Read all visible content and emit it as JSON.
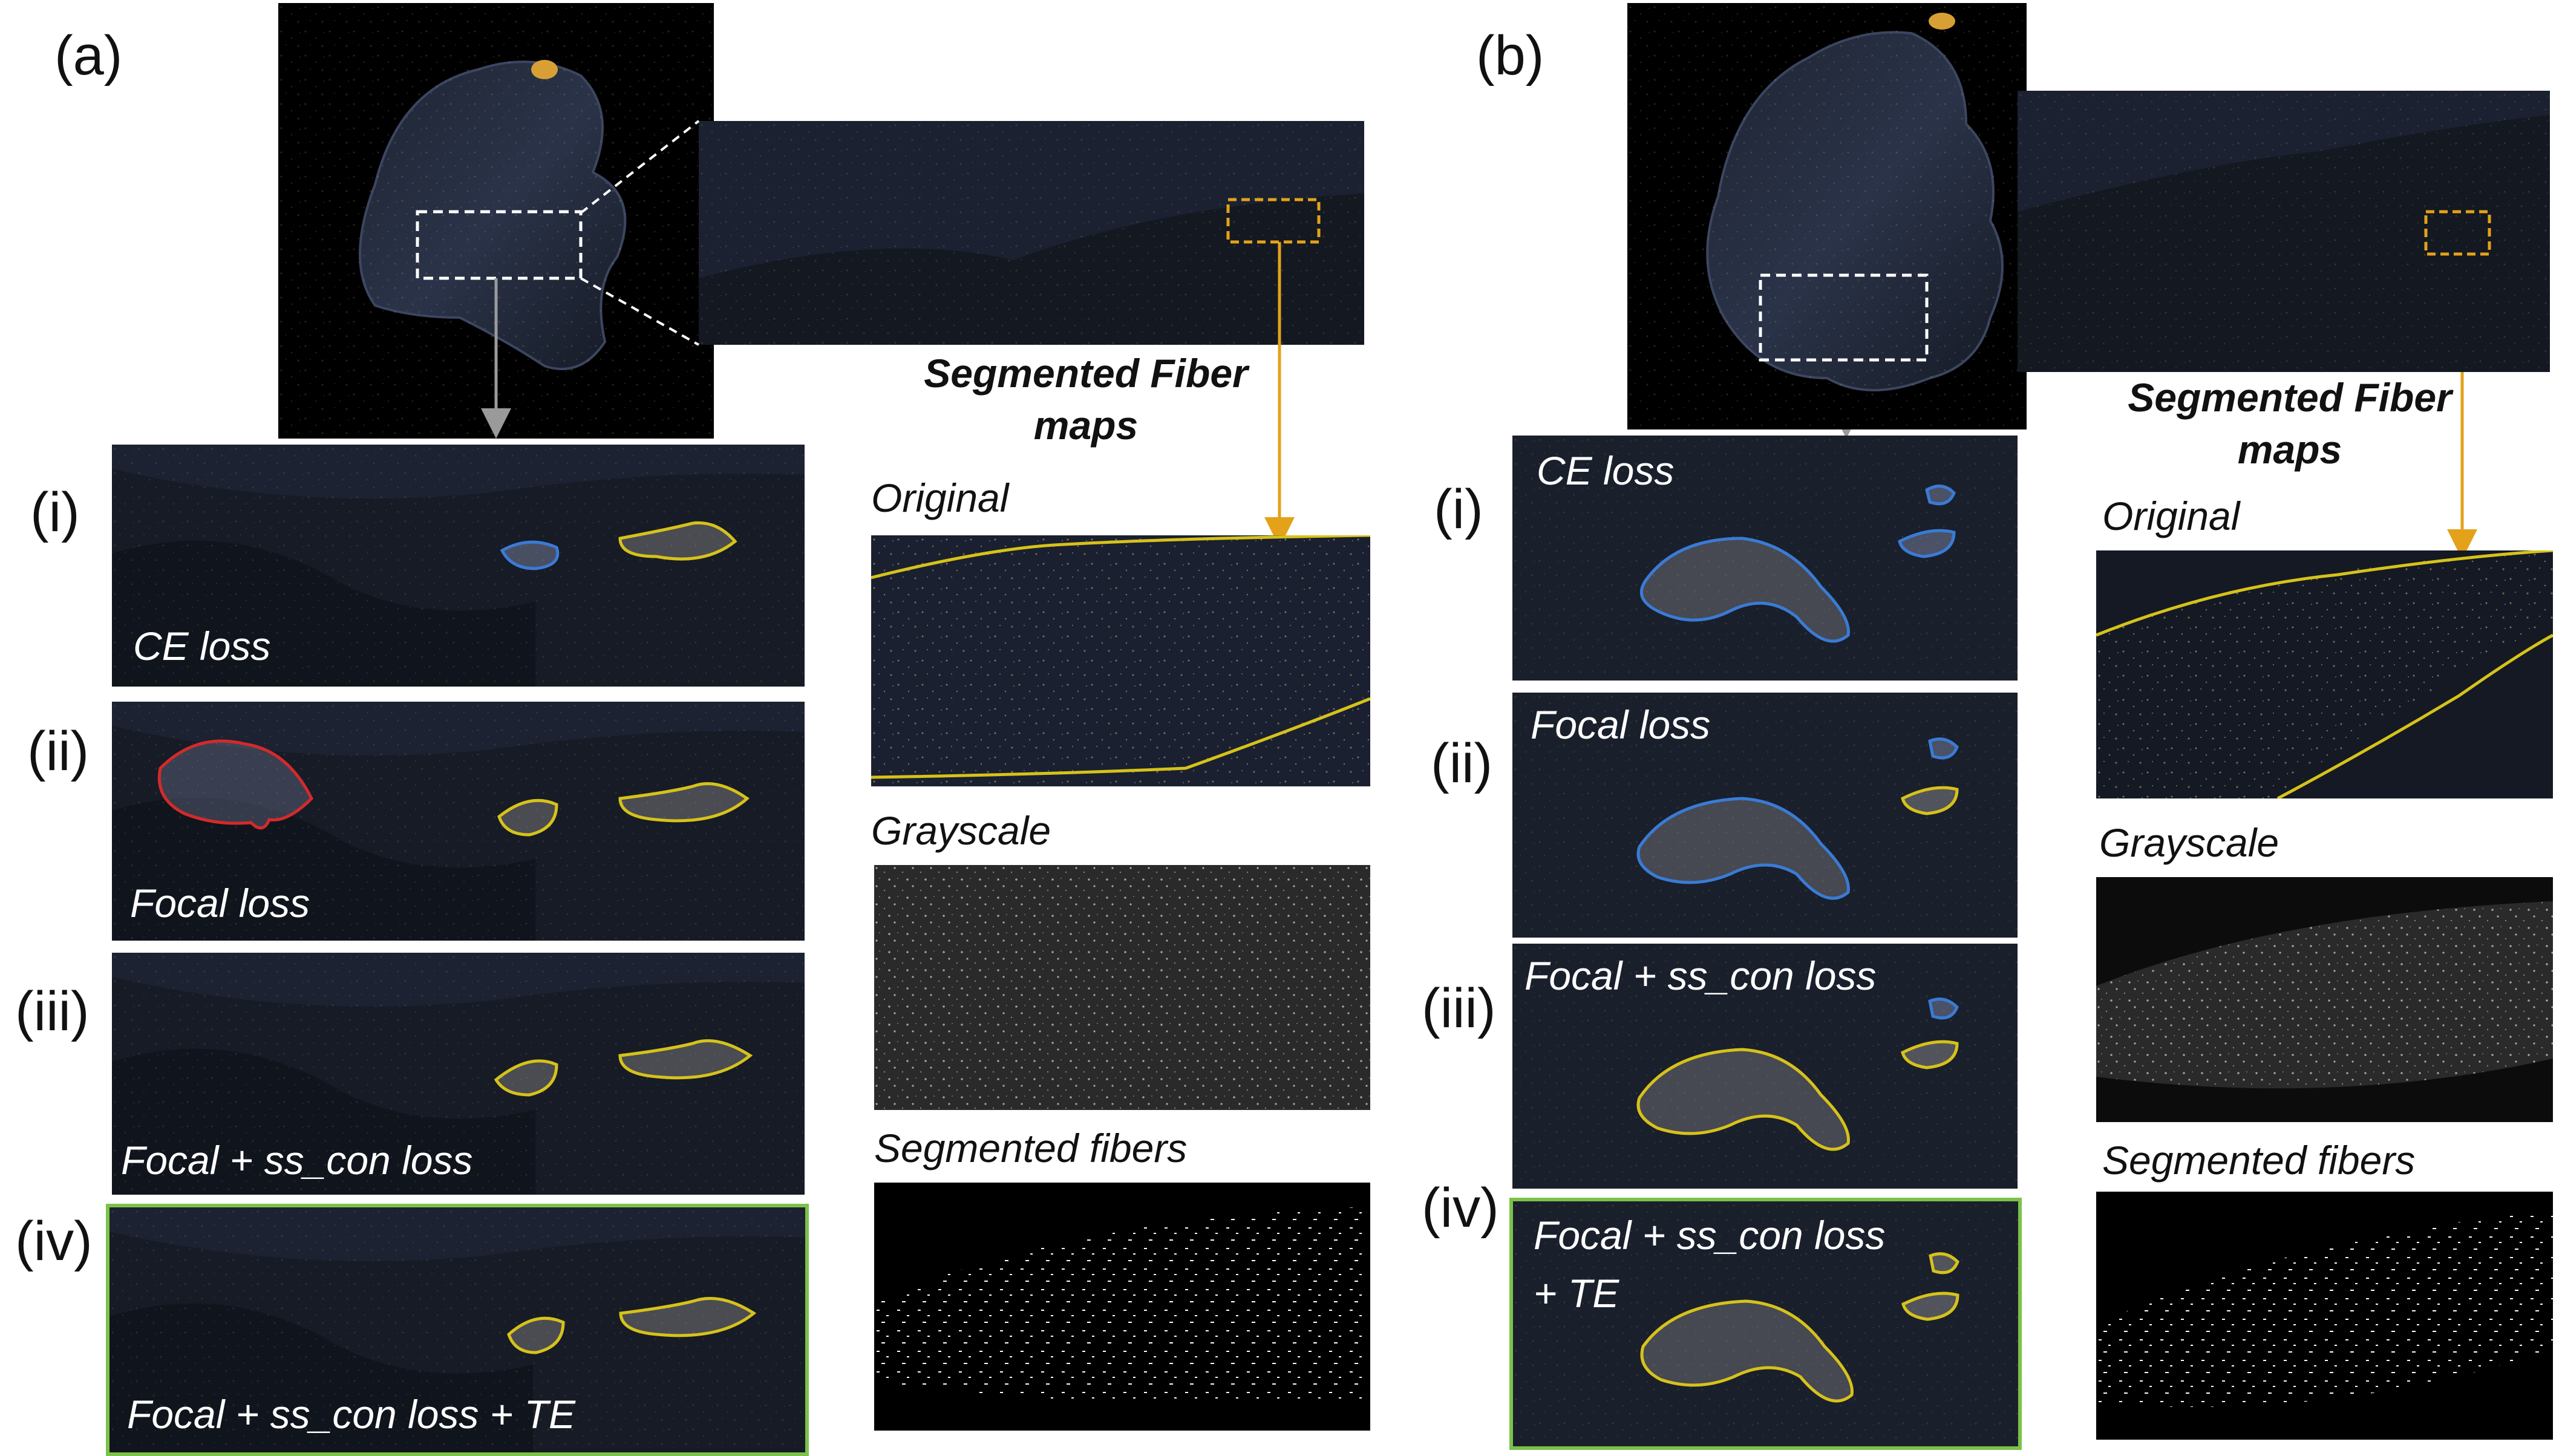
{
  "panel_a": {
    "letter": "(a)",
    "fiber_title_line1": "Segmented Fiber",
    "fiber_title_line2": "maps",
    "rows": [
      {
        "roman": "(i)",
        "label": "CE loss"
      },
      {
        "roman": "(ii)",
        "label": "Focal loss"
      },
      {
        "roman": "(iii)",
        "label": "Focal + ss_con loss"
      },
      {
        "roman": "(iv)",
        "label": "Focal + ss_con loss + TE"
      }
    ],
    "maps": [
      {
        "label": "Original"
      },
      {
        "label": "Grayscale"
      },
      {
        "label": "Segmented fibers"
      }
    ]
  },
  "panel_b": {
    "letter": "(b)",
    "fiber_title_line1": "Segmented Fiber",
    "fiber_title_line2": "maps",
    "rows": [
      {
        "roman": "(i)",
        "label": "CE loss"
      },
      {
        "roman": "(ii)",
        "label": "Focal loss"
      },
      {
        "roman": "(iii)",
        "label": "Focal + ss_con loss"
      },
      {
        "roman": "(iv)",
        "label_line1": "Focal + ss_con loss",
        "label_line2": "+ TE"
      }
    ],
    "maps": [
      {
        "label": "Original"
      },
      {
        "label": "Grayscale"
      },
      {
        "label": "Segmented fibers"
      }
    ]
  },
  "colors": {
    "ce_loss_contour": "#3a7bd5",
    "focal_loss_contour_a": "#d42a2a",
    "predicted_contour": "#d6c21a",
    "callout_box": "#e3a21a",
    "selection_box": "#ffffff",
    "best_result_frame": "#7cc24a",
    "arrow_gray": "#9a9a9a",
    "arrow_orange": "#e3a21a"
  }
}
